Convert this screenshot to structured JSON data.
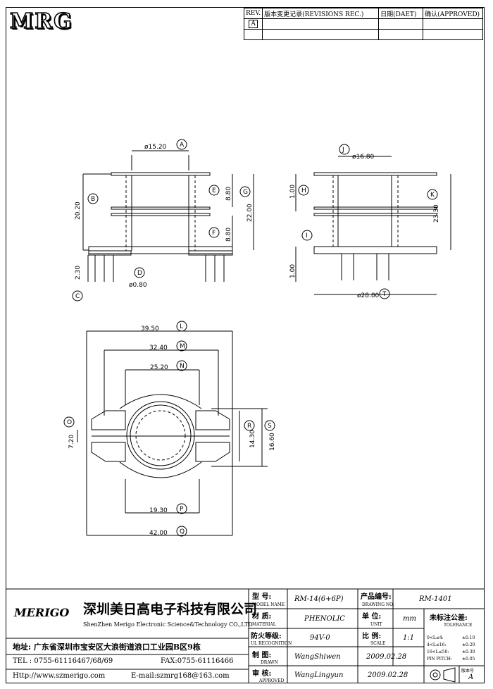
{
  "logo": "MRG",
  "revisions": {
    "rev": "REV.",
    "record": "版本变更记录(REVISIONS REC.)",
    "date": "日期(DAET)",
    "approved": "确认(APPROVED)",
    "row_rev": "A"
  },
  "dims": {
    "A": "A",
    "A_val": "ø15.20",
    "B": "B",
    "B_val": "20.20",
    "C": "C",
    "C_val": "2.30",
    "D": "D",
    "D_val": "ø0.80",
    "E": "E",
    "E_val": "8.80",
    "F": "F",
    "F_val": "8.80",
    "G": "G",
    "G_val": "22.00",
    "H": "H",
    "H_val": "1.00",
    "I": "I",
    "I_val": "1.00",
    "J": "J",
    "J_val": "ø16.80",
    "K": "K",
    "K_val": "23.30",
    "T": "T",
    "T_val": "ø28.80",
    "L": "L",
    "L_val": "39.50",
    "M": "M",
    "M_val": "32.40",
    "N": "N",
    "N_val": "25.20",
    "O": "O",
    "O_val": "7.20",
    "R": "R",
    "R_val": "14.30",
    "S": "S",
    "S_val": "16.60",
    "P": "P",
    "P_val": "19.30",
    "Q": "Q",
    "Q_val": "42.00"
  },
  "titleblock": {
    "brand": "MERIGO",
    "company_cn": "深圳美日高电子科技有限公司",
    "company_en": "ShenZhen Merigo Electronic Science&Technology CO.,LTD",
    "address": "地址: 广东省深圳市宝安区大浪街道浪口工业园B区9栋",
    "tel": "TEL : 0755-61116467/68/69",
    "fax": "FAX:0755-61116466",
    "web": "Http://www.szmerigo.com",
    "email": "E-mail:szmrg168@163.com",
    "model_lbl": "型 号:",
    "model_en": "MODEL NAME",
    "model_val": "RM-14(6+6P)",
    "material_lbl": "材 质:",
    "material_en": "MATERIAL",
    "material_val": "PHENOLIC",
    "fire_lbl": "防火等级:",
    "fire_en": "UL RECOGNITION",
    "fire_val": "94V-0",
    "drawn_lbl": "制 图:",
    "drawn_en": "DRAWN",
    "drawn_val": "WangShiwen",
    "drawn_date": "2009.02.28",
    "appr_lbl": "审 核:",
    "appr_en": "APPROVED",
    "appr_val": "WangLingyun",
    "appr_date": "2009.02.28",
    "drawno_lbl": "产品编号:",
    "drawno_en": "DRAWING NO.",
    "drawno_val": "RM-1401",
    "unit_lbl": "单 位:",
    "unit_en": "UNIT",
    "unit_val": "mm",
    "scale_lbl": "比 例:",
    "scale_en": "SCALE",
    "scale_val": "1:1",
    "tol_lbl": "未标注公差:",
    "tol_en": "TOLERANCE",
    "tol1": "0<L≤4:",
    "tol1v": "±0.10",
    "tol2": "4<L≤16:",
    "tol2v": "±0.20",
    "tol3": "16<L≤50:",
    "tol3v": "±0.30",
    "tol4": "PIN PITCH:",
    "tol4v": "±0.05",
    "ver_lbl": "版本号",
    "ver_val": "A"
  }
}
